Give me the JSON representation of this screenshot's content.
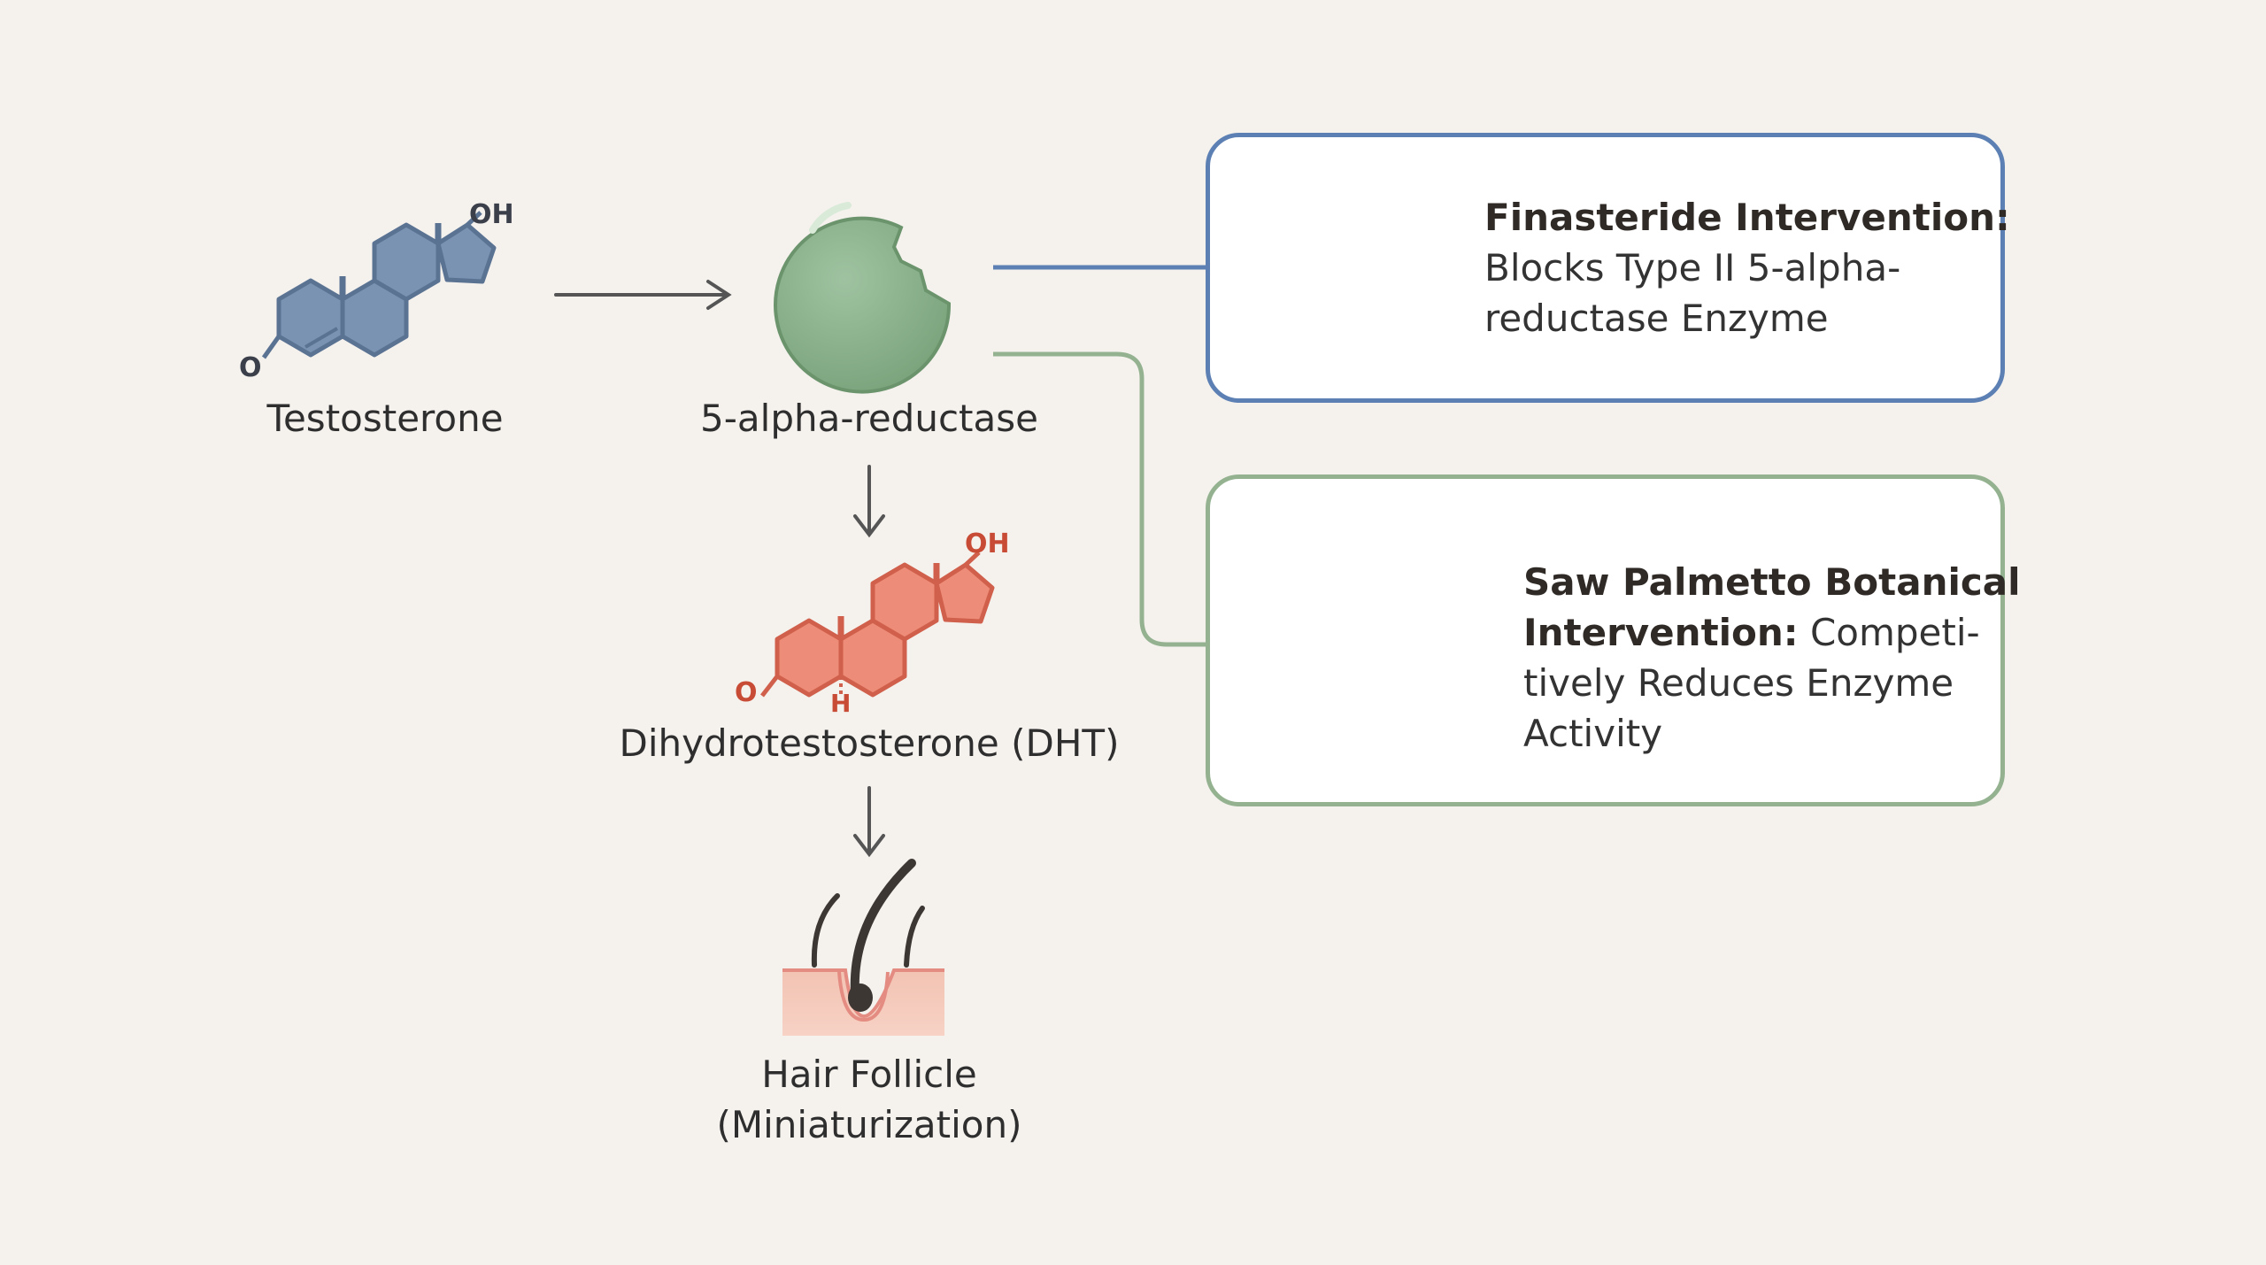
{
  "pathway": {
    "testosterone_label": "Testosterone",
    "enzyme_label": "5-alpha-reductase",
    "dht_label": "Dihydrotestosterone (DHT)",
    "follicle_label_line1": "Hair Follicle",
    "follicle_label_line2": "(Miniaturization)",
    "testosterone_oh": "OH",
    "testosterone_o": "O",
    "dht_oh": "OH",
    "dht_o": "O",
    "dht_h": "H"
  },
  "finasteride": {
    "title": "Finasteride Intervention:",
    "line1": "Blocks Type II 5-alpha-",
    "line2": "reductase Enzyme"
  },
  "saw_palmetto": {
    "line1": "Saw Palmetto Botanical",
    "line2_bold": "Intervention:",
    "line2_rest": " Competi-",
    "line3": "tively Reduces Enzyme",
    "line4": "Activity"
  },
  "colors": {
    "testosterone": "#6f87a8",
    "dht": "#e07a68",
    "enzyme": "#8ab08c",
    "finasteride_border": "#5c80b3",
    "palmetto_border": "#94b290"
  }
}
